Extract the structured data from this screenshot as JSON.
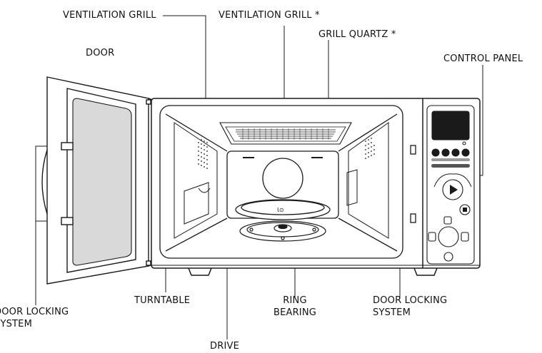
{
  "labels": {
    "ventilation_grill_left": "VENTILATION GRILL",
    "ventilation_grill_top": "VENTILATION GRILL *",
    "grill_quartz": "GRILL QUARTZ *",
    "door": "DOOR",
    "control_panel": "CONTROL PANEL",
    "door_locking_left_1": "DOOR LOCKING",
    "door_locking_left_2": "SYSTEM",
    "turntable": "TURNTABLE",
    "ring_bearing_1": "RING",
    "ring_bearing_2": "BEARING",
    "door_locking_right_1": "DOOR LOCKING",
    "door_locking_right_2": "SYSTEM",
    "drive": "DRIVE"
  },
  "colors": {
    "line": "#1a1a1a",
    "glass": "#d9d9d9",
    "display": "#1a1a1a"
  },
  "icons": [
    "start-play-icon",
    "stop-icon",
    "dial-icon"
  ]
}
